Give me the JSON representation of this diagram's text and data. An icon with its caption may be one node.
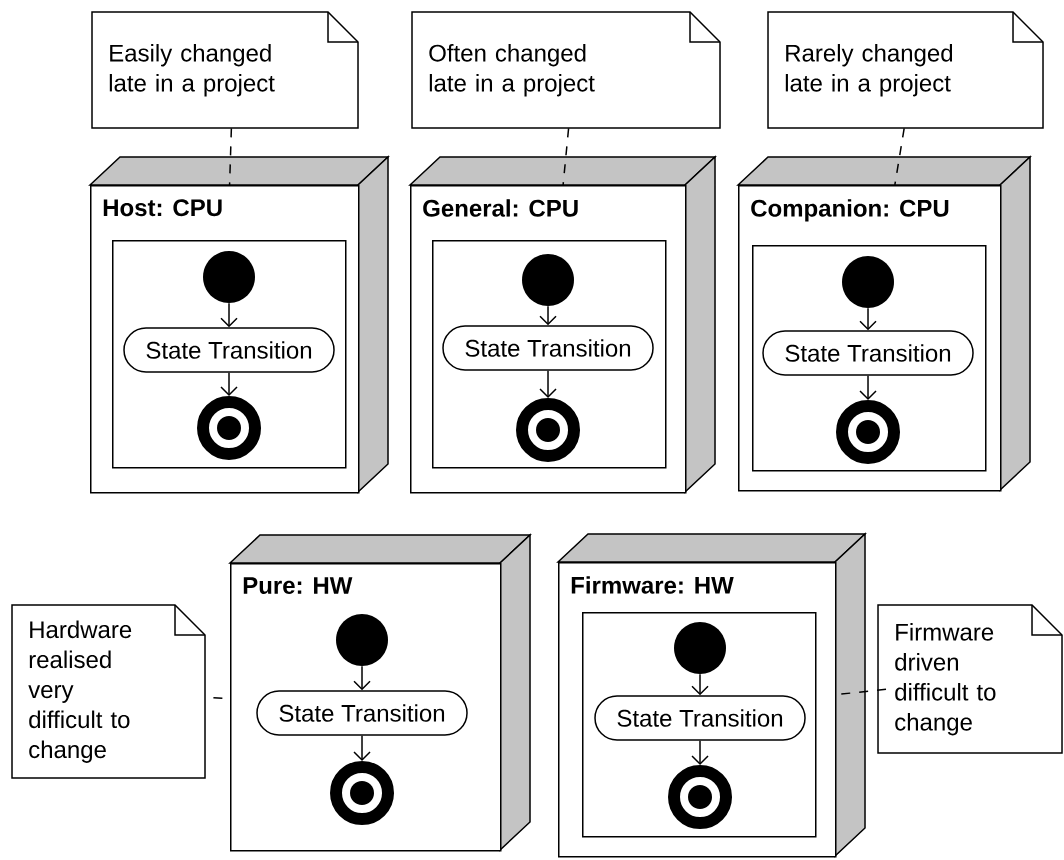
{
  "diagram": {
    "nodes": [
      {
        "text": [
          "Easily changed late in a project"
        ]
      },
      {
        "text": [
          "Often changed late in a project"
        ]
      },
      {
        "text": [
          "Rarely changed late in a project"
        ]
      },
      {
        "text": [
          "Host: CPU"
        ]
      },
      {
        "text": [],
        "shape": "box",
        "in": 3
      },
      {
        "text": [],
        "shape": "circle",
        "in": 4
      },
      {
        "text": [
          "State Transition"
        ],
        "in": 4
      },
      {
        "text": [],
        "shape": "bullseye",
        "in": 4
      },
      {
        "text": [
          "General: CPU"
        ]
      },
      {
        "text": [],
        "shape": "box",
        "in": 8
      },
      {
        "text": [],
        "shape": "circle",
        "in": 9
      },
      {
        "text": [
          "State Transition"
        ],
        "in": 9
      },
      {
        "text": [],
        "shape": "bullseye",
        "in": 9
      },
      {
        "text": [
          "Companion: CPU"
        ]
      },
      {
        "text": [],
        "shape": "box",
        "in": 13
      },
      {
        "text": [],
        "shape": "circle",
        "in": 14
      },
      {
        "text": [
          "State Transition"
        ],
        "in": 14
      },
      {
        "text": [],
        "shape": "bullseye",
        "in": 14
      },
      {
        "text": [
          "Hardware realised very difficult to change"
        ]
      },
      {
        "text": [
          "Pure: HW"
        ]
      },
      {
        "text": [],
        "shape": "circle",
        "in": 19
      },
      {
        "text": [
          "State Transition"
        ],
        "in": 19
      },
      {
        "text": [],
        "shape": "bullseye",
        "in": 19
      },
      {
        "text": [
          "Firmware: HW"
        ]
      },
      {
        "text": [],
        "shape": "box",
        "in": 23
      },
      {
        "text": [],
        "shape": "circle",
        "in": 24
      },
      {
        "text": [
          "State Transition"
        ],
        "in": 24
      },
      {
        "text": [],
        "shape": "bullseye",
        "in": 24
      },
      {
        "text": [
          "Firmware driven difficult to change"
        ]
      }
    ],
    "edges": [
      {
        "from": 0,
        "to": 3,
        "arrow": "none",
        "style": "dashed"
      },
      {
        "from": 1,
        "to": 8,
        "arrow": "none",
        "style": "dashed"
      },
      {
        "from": 2,
        "to": 13,
        "arrow": "none",
        "style": "dashed"
      },
      {
        "from": 5,
        "to": 6,
        "arrow": "to"
      },
      {
        "from": 6,
        "to": 7,
        "arrow": "to"
      },
      {
        "from": 10,
        "to": 11,
        "arrow": "to"
      },
      {
        "from": 11,
        "to": 12,
        "arrow": "to"
      },
      {
        "from": 15,
        "to": 16,
        "arrow": "to"
      },
      {
        "from": 16,
        "to": 17,
        "arrow": "to"
      },
      {
        "from": 18,
        "to": 19,
        "arrow": "none",
        "style": "dashed"
      },
      {
        "from": 20,
        "to": 21,
        "arrow": "to"
      },
      {
        "from": 21,
        "to": 22,
        "arrow": "to"
      },
      {
        "from": 28,
        "to": 23,
        "arrow": "none",
        "style": "dashed"
      },
      {
        "from": 25,
        "to": 26,
        "arrow": "to"
      },
      {
        "from": 26,
        "to": 27,
        "arrow": "to"
      }
    ]
  }
}
